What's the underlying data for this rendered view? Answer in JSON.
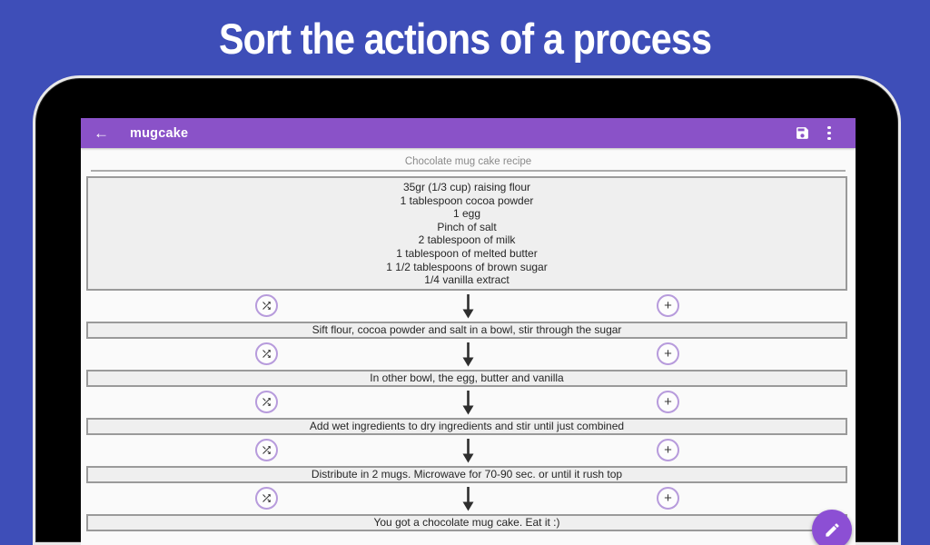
{
  "banner": {
    "title": "Sort the actions of a process"
  },
  "app": {
    "toolbar": {
      "title": "mugcake",
      "back_icon": "←",
      "save_icon": "floppy-disk",
      "overflow_icon": "vertical-dots"
    },
    "process_title": "Chocolate mug cake recipe",
    "ingredients": [
      "35gr (1/3 cup) raising flour",
      "1 tablespoon cocoa powder",
      "1 egg",
      "Pinch of salt",
      "2 tablespoon of milk",
      "1 tablespoon of melted butter",
      "1 1/2 tablespoons of brown sugar",
      "1/4 vanilla extract"
    ],
    "steps": [
      "Sift flour, cocoa powder and salt in a bowl, stir through the sugar",
      "In other bowl, the egg, butter and vanilla",
      "Add wet ingredients to dry ingredients and stir until just combined",
      "Distribute in 2 mugs. Microwave for 70-90 sec. or until it rush top",
      "You got a chocolate mug cake. Eat it :)"
    ],
    "icons": {
      "shuffle": "swap-shuffle",
      "plus": "+",
      "arrow_down": "↓",
      "edit": "pencil"
    },
    "colors": {
      "background_blue": "#3E4EB8",
      "toolbar_purple": "#8A52C8",
      "fab_purple": "#8C4FD4",
      "circle_outline": "#B79BDC",
      "box_fill": "#EFEFEF",
      "box_border": "#9A9A9A"
    }
  }
}
